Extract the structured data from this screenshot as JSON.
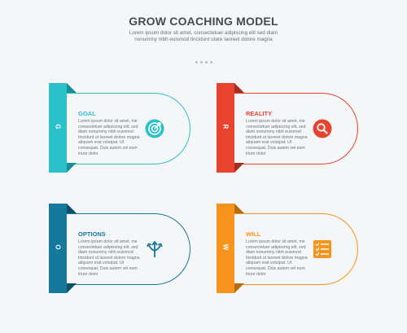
{
  "header": {
    "title": "GROW COACHING MODEL",
    "subtitle": "Lorem ipsum dolor sit amet, consectetuer adipiscing elit sed diam nonummy nibh euismod tincidunt utare laoreet dolore magna"
  },
  "cards": [
    {
      "letter": "G",
      "title": "GOAL",
      "text": "Lorem ipsum dolor sit amet, me consectetuer adipiscing elit, sed diam nonummy nibh euismod tincidunt ut laoreet dolore magna aliquam erat volutpat. Ut consequat. Duis autem vel eum iriure dolor",
      "icon": "target-icon",
      "color": "#2cc0c9"
    },
    {
      "letter": "R",
      "title": "REALITY",
      "text": "Lorem ipsum dolor sit amet, me consectetuer adipiscing elit, sed diam nonummy nibh euismod tincidunt ut laoreet dolore magna aliquam erat volutpat. Ut consequat. Duis autem vel eum iriure dolor",
      "icon": "magnifier-icon",
      "color": "#e7442f"
    },
    {
      "letter": "O",
      "title": "OPTIONS",
      "text": "Lorem ipsum dolor sit amet, me consectetuer adipiscing elit, sed diam nonummy nibh euismod tincidunt ut laoreet dolore magna aliquam erat volutpat. Ut consequat. Duis autem vel eum iriure dolor",
      "icon": "split-arrows-icon",
      "color": "#16789b"
    },
    {
      "letter": "W",
      "title": "WILL",
      "text": "Lorem ipsum dolor sit amet, me consectetuer adipiscing elit, sed diam nonummy nibh euismod tincidunt ut laoreet dolore magna aliquam erat volutpat. Ut consequat. Duis autem vel eum iriure dolor",
      "icon": "checklist-icon",
      "color": "#f7941e"
    }
  ]
}
